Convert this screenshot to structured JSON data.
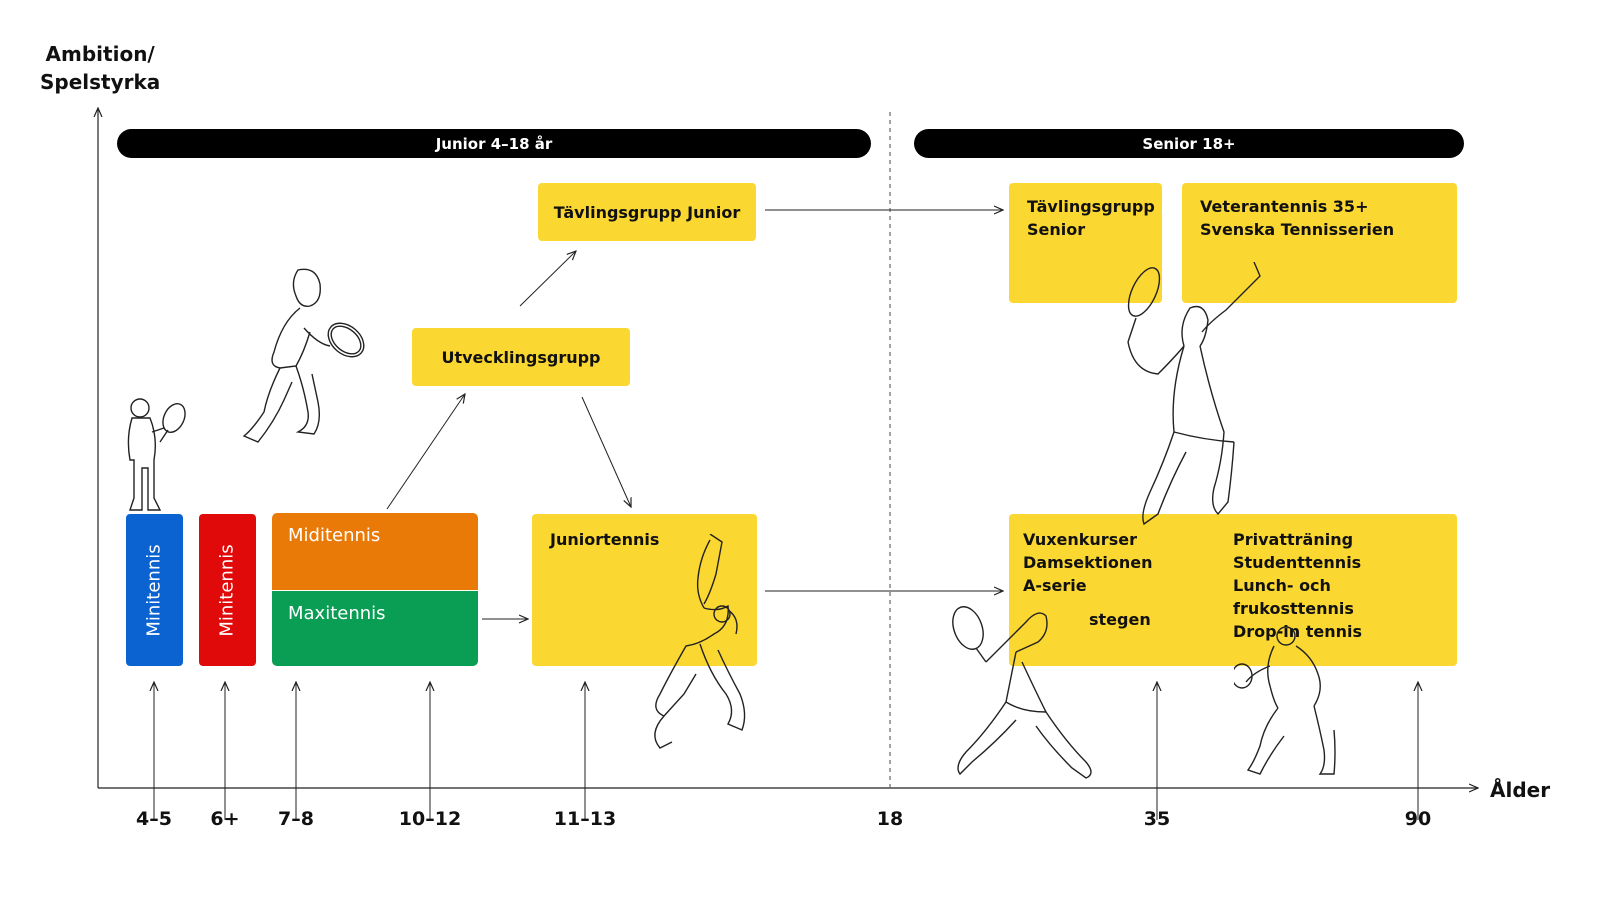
{
  "axes": {
    "y_title": "Ambition/\nSpelstyrka",
    "x_title": "Ålder"
  },
  "banners": {
    "junior": "Junior 4–18 år",
    "senior": "Senior 18+"
  },
  "boxes": {
    "minitennis_blue": "Minitennis",
    "minitennis_red": "Minitennis",
    "miditennis": "Miditennis",
    "maxitennis": "Maxitennis",
    "utvecklingsgrupp": "Utvecklingsgrupp",
    "tavlingsgrupp_junior": "Tävlingsgrupp Junior",
    "juniortennis": "Juniortennis",
    "tavlingsgrupp_senior": "Tävlingsgrupp\nSenior",
    "veterantennis": "Veterantennis 35+\nSvenska Tennisserien",
    "vuxen": "Vuxenkurser\nDamsektionen\nA-serie",
    "stegen": "stegen",
    "privat": "Privatträning\nStudenttennis\nLunch- och frukosttennis\nDrop-in tennis"
  },
  "ticks": [
    "4–5",
    "6+",
    "7–8",
    "10–12",
    "11–13",
    "18",
    "35",
    "90"
  ],
  "colors": {
    "yellow": "#fbd731",
    "blue": "#0a63d1",
    "red": "#e10a0a",
    "orange": "#ea7a08",
    "green": "#0a9e55",
    "banner": "#000000"
  }
}
